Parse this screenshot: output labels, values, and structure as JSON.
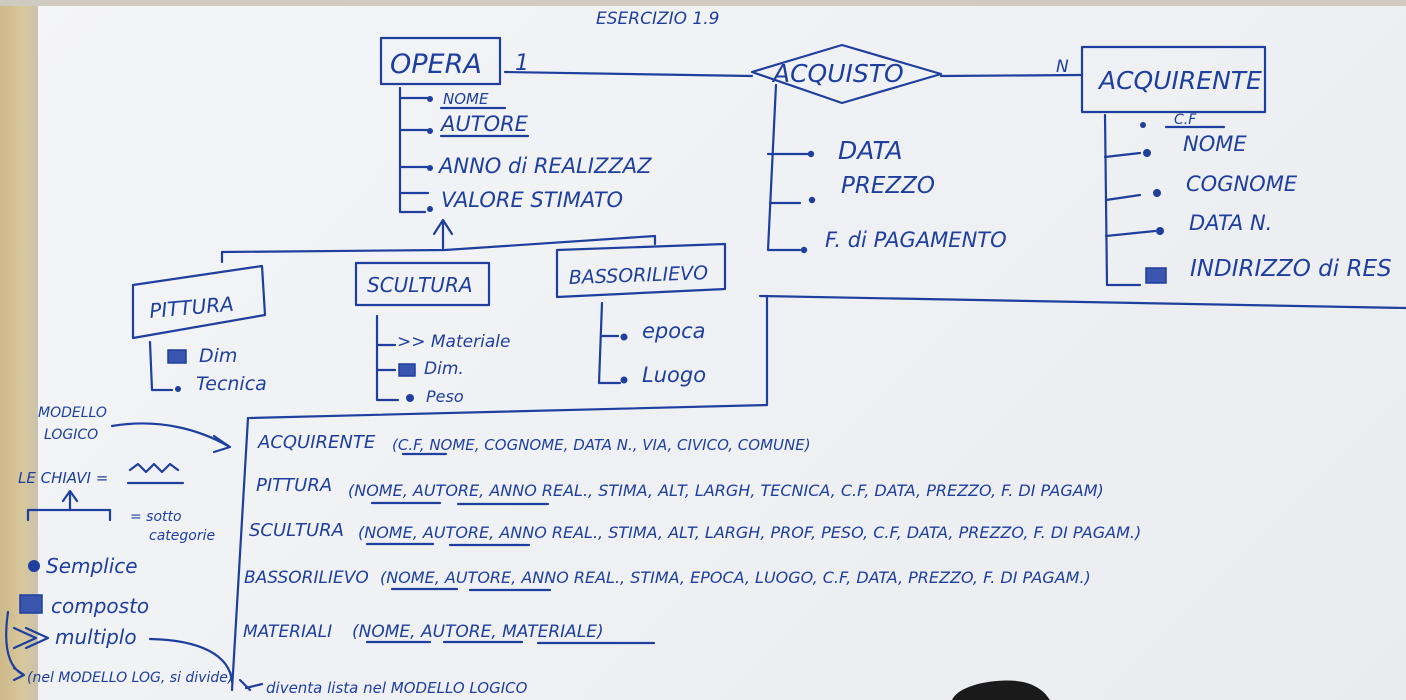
{
  "title": "ESERCIZIO 1.9",
  "entities": {
    "opera": {
      "name": "OPERA",
      "cardinality": "1",
      "attributes": [
        "NOME",
        "AUTORE",
        "ANNO di REALIZZAZ",
        "VALORE STIMATO"
      ]
    },
    "acquisto": {
      "name": "ACQUISTO",
      "attributes": [
        "DATA",
        "PREZZO",
        "F. di PAGAMENTO"
      ]
    },
    "acquirente": {
      "name": "ACQUIRENTE",
      "cardinality": "N",
      "attributes": [
        "C.F",
        "NOME",
        "COGNOME",
        "DATA N.",
        "INDIRIZZO di RES"
      ]
    },
    "pittura": {
      "name": "PITTURA",
      "attributes": [
        "Dim",
        "Tecnica"
      ]
    },
    "scultura": {
      "name": "SCULTURA",
      "attributes": [
        ">> Materiale",
        "Dim.",
        "Peso"
      ]
    },
    "bassorilievo": {
      "name": "BASSORILIEVO",
      "attributes": [
        "epoca",
        "Luogo"
      ]
    }
  },
  "legend": {
    "modello_logico": [
      "MODELLO",
      "LOGICO"
    ],
    "chiavi": "LE CHIAVI =",
    "sottocategorie": [
      "= sotto",
      "categorie"
    ],
    "semplice": "Semplice",
    "composto": "composto",
    "multiplo": "multiplo",
    "note": "(nel MODELLO LOG, si divide)",
    "diventa": "diventa lista nel MODELLO LOGICO"
  },
  "logical_model": [
    {
      "name": "ACQUIRENTE",
      "fields": "(C.F, NOME, COGNOME, DATA N., VIA, CIVICO, COMUNE)",
      "keys": [
        "C.F"
      ]
    },
    {
      "name": "PITTURA",
      "fields": "(NOME, AUTORE, ANNO REAL., STIMA, ALT, LARGH, TECNICA, C.F, DATA, PREZZO, F. DI PAGAM)",
      "keys": [
        "NOME",
        "AUTORE"
      ]
    },
    {
      "name": "SCULTURA",
      "fields": "(NOME, AUTORE, ANNO REAL., STIMA, ALT, LARGH, PROF, PESO, C.F, DATA, PREZZO, F. DI PAGAM.)",
      "keys": [
        "NOME",
        "AUTORE"
      ]
    },
    {
      "name": "BASSORILIEVO",
      "fields": "(NOME, AUTORE, ANNO REAL., STIMA, EPOCA, LUOGO, C.F, DATA, PREZZO, F. DI PAGAM.)",
      "keys": [
        "NOME",
        "AUTORE"
      ]
    },
    {
      "name": "MATERIALI",
      "fields": "(NOME, AUTORE, MATERIALE)",
      "keys": [
        "NOME",
        "AUTORE",
        "MATERIALE"
      ]
    }
  ]
}
